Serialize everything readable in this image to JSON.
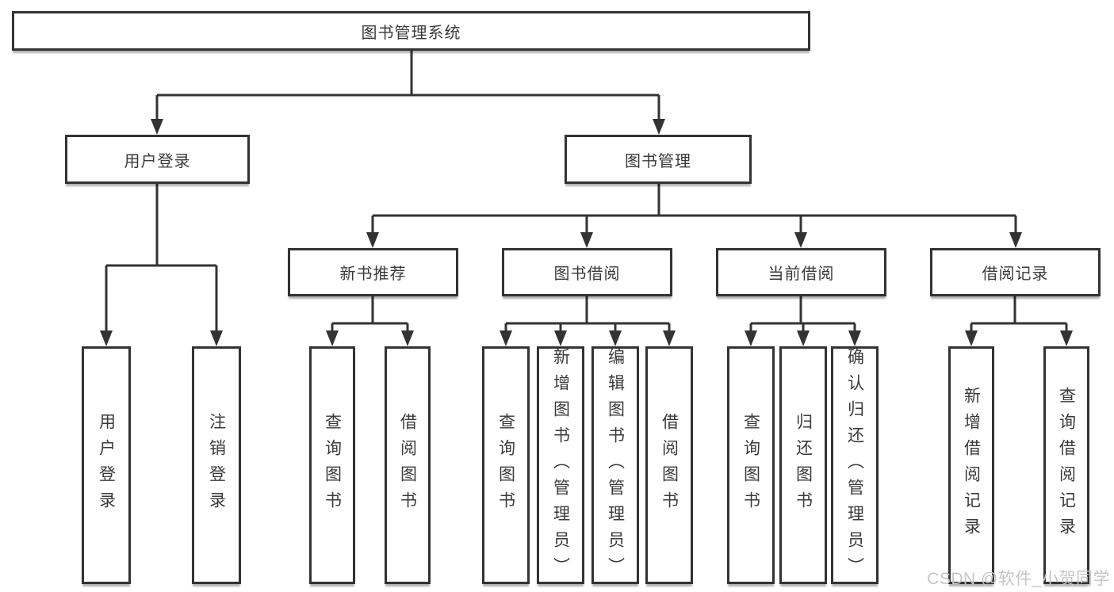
{
  "diagram": {
    "title": "图书管理系统",
    "tree": {
      "label": "图书管理系统",
      "children": [
        {
          "label": "用户登录",
          "children": [
            {
              "label": "用户登录"
            },
            {
              "label": "注销登录"
            }
          ]
        },
        {
          "label": "图书管理",
          "children": [
            {
              "label": "新书推荐",
              "children": [
                {
                  "label": "查询图书"
                },
                {
                  "label": "借阅图书"
                }
              ]
            },
            {
              "label": "图书借阅",
              "children": [
                {
                  "label": "查询图书"
                },
                {
                  "label": "新增图书（管理员）"
                },
                {
                  "label": "编辑图书（管理员）"
                },
                {
                  "label": "借阅图书"
                }
              ]
            },
            {
              "label": "当前借阅",
              "children": [
                {
                  "label": "查询图书"
                },
                {
                  "label": "归还图书"
                },
                {
                  "label": "确认归还（管理员）"
                }
              ]
            },
            {
              "label": "借阅记录",
              "children": [
                {
                  "label": "新增借阅记录"
                },
                {
                  "label": "查询借阅记录"
                }
              ]
            }
          ]
        }
      ]
    }
  },
  "watermark": {
    "text": "CSDN @软件_小贺同学",
    "color": "#c5c5c5"
  },
  "colors": {
    "line": "#333333",
    "box_border": "#333333",
    "text": "#3a3a3a",
    "background": "#ffffff"
  }
}
